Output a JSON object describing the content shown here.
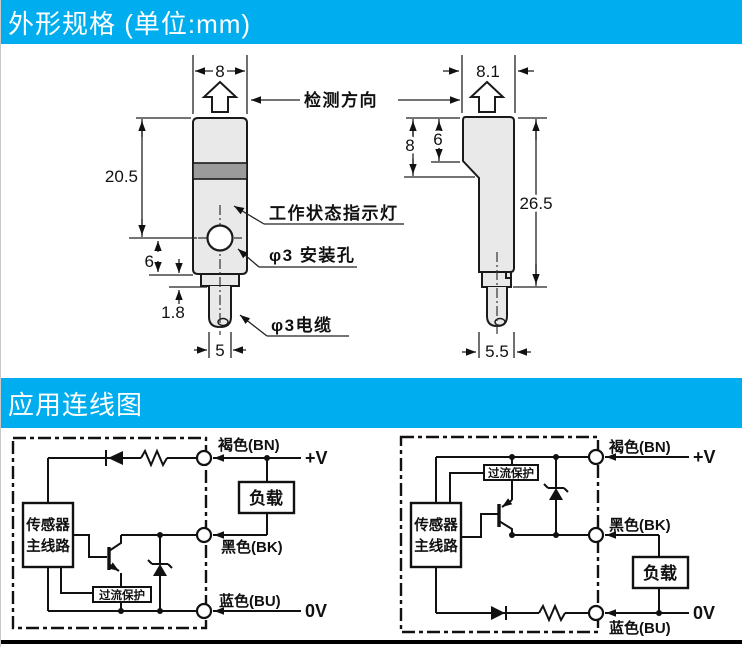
{
  "headers": {
    "outline": "外形规格 (单位:mm)",
    "wiring": "应用连线图"
  },
  "colors": {
    "accent": "#00AEEF",
    "body_fill": "#E9E9E9",
    "indicator_band": "#9B9B9B"
  },
  "outline": {
    "front_view": {
      "dim_width": "8",
      "dim_body_height": "20.5",
      "dim_hole_to_bottom": "6",
      "dim_step_height": "1.8",
      "dim_bottom_width": "5",
      "label_direction": "检测方向",
      "label_indicator": "工作状态指示灯",
      "label_mount_hole": "φ3 安装孔",
      "label_cable": "φ3电缆"
    },
    "side_view": {
      "dim_width": "8.1",
      "dim_upper_height": "8",
      "dim_upper_inner": "6",
      "dim_total_height": "26.5",
      "dim_bottom_width": "5.5"
    }
  },
  "wiring": {
    "npn_diagram": {
      "sensor_box_line1": "传感器",
      "sensor_box_line2": "主线路",
      "protection_label": "过流保护",
      "load_label": "负载",
      "wire_brown": "褐色(BN)",
      "wire_black": "黑色(BK)",
      "wire_blue": "蓝色(BU)",
      "supply_positive": "+V",
      "supply_zero": "0V"
    },
    "pnp_diagram": {
      "sensor_box_line1": "传感器",
      "sensor_box_line2": "主线路",
      "protection_label": "过流保护",
      "load_label": "负载",
      "wire_brown": "褐色(BN)",
      "wire_black": "黑色(BK)",
      "wire_blue": "蓝色(BU)",
      "supply_positive": "+V",
      "supply_zero": "0V"
    }
  }
}
